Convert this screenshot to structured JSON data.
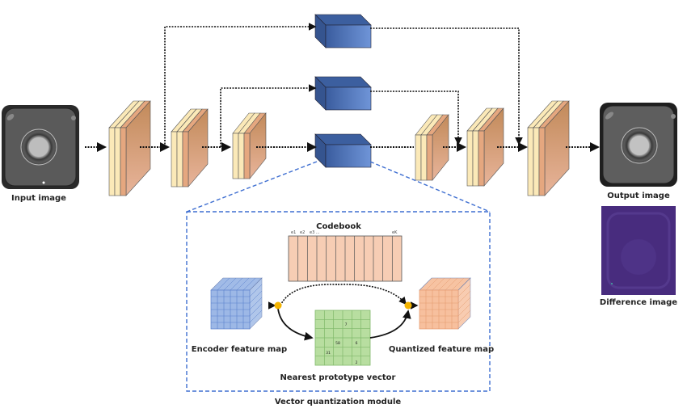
{
  "labels": {
    "input_image": "Input image",
    "output_image": "Output image",
    "difference_image": "Difference image",
    "codebook": "Codebook",
    "encoder_feature_map": "Encoder feature map",
    "quantized_feature_map": "Quantized feature map",
    "nearest_prototype_vector": "Nearest prototype vector",
    "vector_quantization_module": "Vector quantization module"
  },
  "codebook": {
    "entries": [
      "e1",
      "e2",
      "e3 ...",
      "eK"
    ]
  },
  "prototype_grid": {
    "values": [
      "7",
      "58",
      "6",
      "31",
      "2"
    ]
  },
  "colors": {
    "encoder_block": "#fbe9b8",
    "feature_tail": "#e5a77f",
    "vq_block": "#4a70b8",
    "codebook": "#f7cdb4",
    "encoder_map": "#9db8e6",
    "quantized_map": "#f7c09e",
    "prototype": "#b8dea0",
    "junction": "#f4b400",
    "module_border": "#3f6fd1",
    "difference": "#4a2a7d"
  }
}
